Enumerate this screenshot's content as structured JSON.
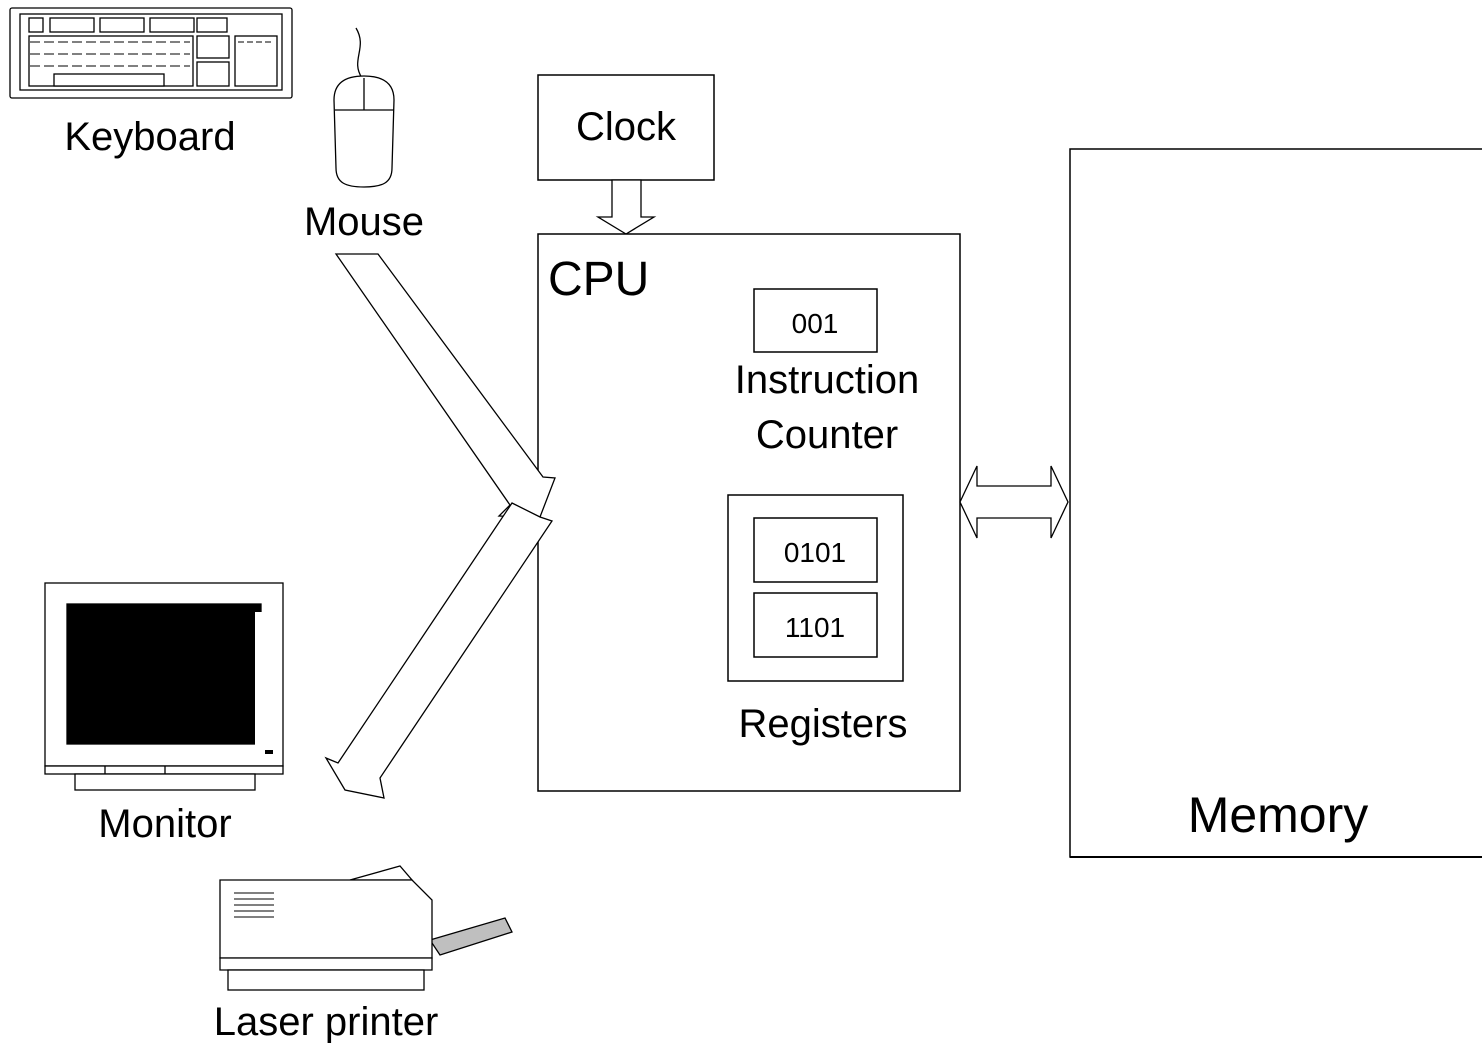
{
  "devices": {
    "keyboard": "Keyboard",
    "mouse": "Mouse",
    "monitor": "Monitor",
    "printer": "Laser printer"
  },
  "clock": {
    "label": "Clock"
  },
  "cpu": {
    "label": "CPU",
    "instruction_counter": {
      "value": "001",
      "label_line1": "Instruction",
      "label_line2": "Counter"
    },
    "registers": {
      "values": [
        "0101",
        "1101"
      ],
      "label": "Registers"
    }
  },
  "memory": {
    "label": "Memory"
  },
  "colors": {
    "line": "#000000",
    "background": "#ffffff",
    "paper_tray": "#bfbfbf"
  }
}
